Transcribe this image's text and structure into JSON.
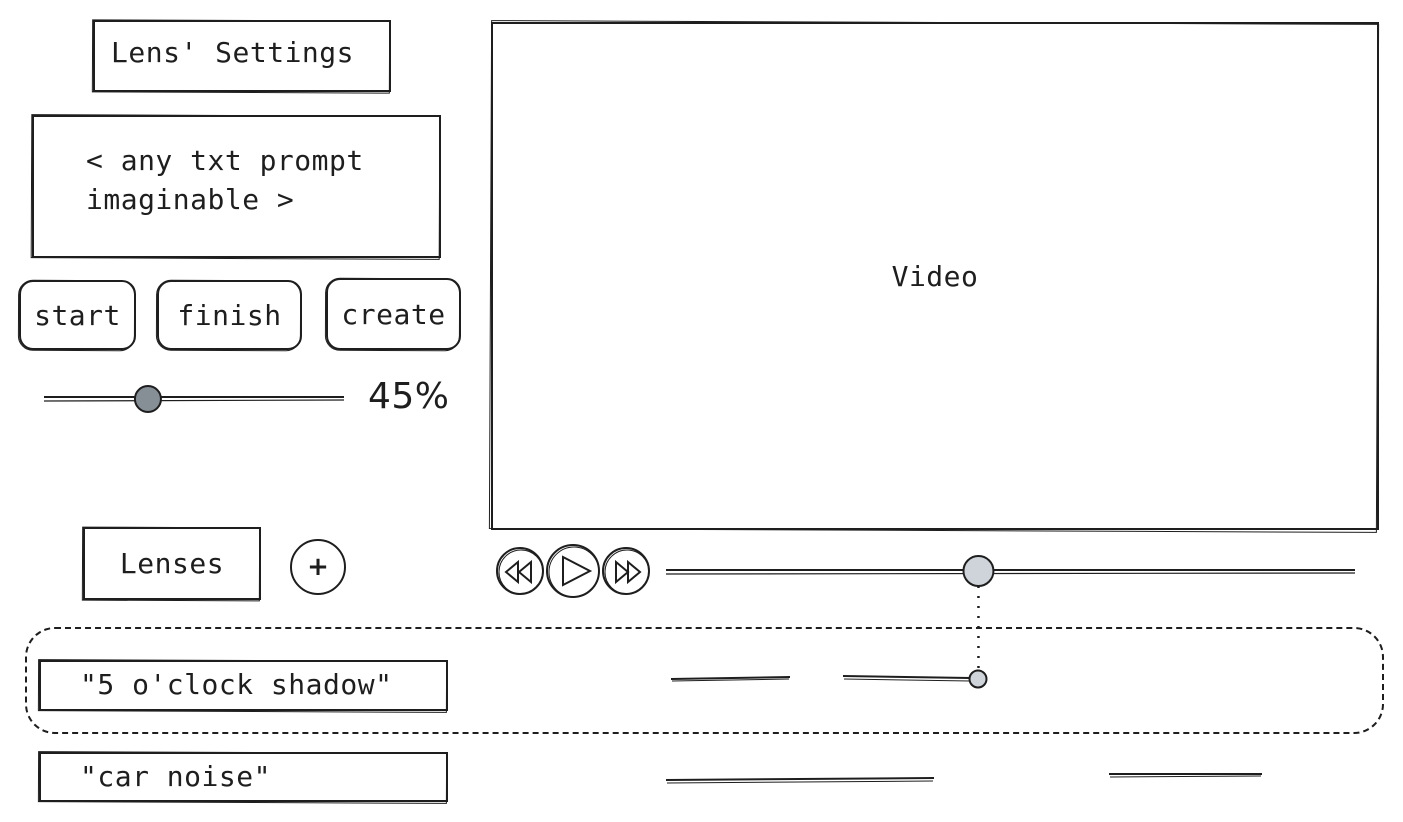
{
  "settings": {
    "title": "Lens' Settings",
    "prompt_line1": "< any txt prompt",
    "prompt_line2": "imaginable >",
    "buttons": {
      "start": "start",
      "finish": "finish",
      "create": "create"
    },
    "slider": {
      "value_label": "45%",
      "value": 0.45
    }
  },
  "video": {
    "label": "Video",
    "progress": 0.5,
    "controls": [
      "rewind-icon",
      "play-icon",
      "fast-forward-icon"
    ]
  },
  "lenses": {
    "title": "Lenses",
    "add_label": "+",
    "items": [
      {
        "label": "\"5 o'clock shadow\""
      },
      {
        "label": "\"car noise\""
      }
    ]
  },
  "colors": {
    "stroke": "#1e1e1e",
    "knob_dark": "#868e96",
    "knob_light": "#ced4da"
  }
}
